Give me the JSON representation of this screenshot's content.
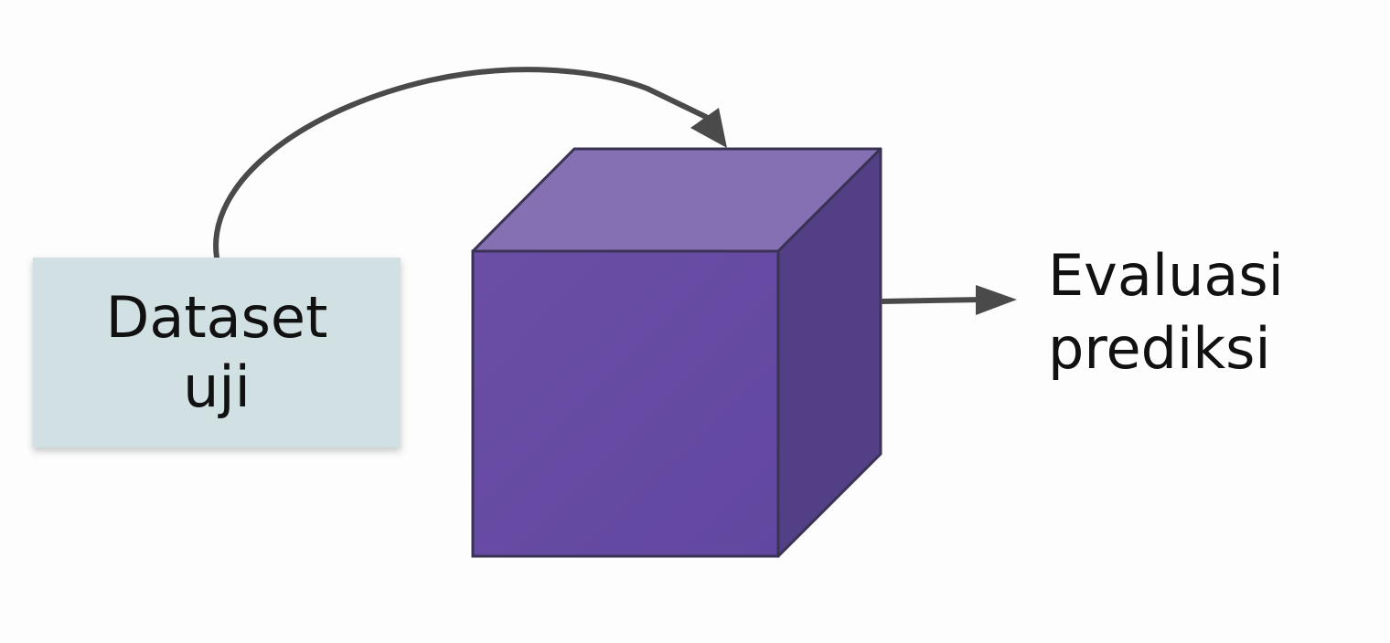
{
  "input": {
    "line1": "Dataset",
    "line2": "uji"
  },
  "output": {
    "line1": "Evaluasi",
    "line2": "prediksi"
  },
  "colors": {
    "input_box": "#d1e0e3",
    "cube_front": "#6549a3",
    "cube_top": "#8470b2",
    "cube_side": "#523f85",
    "edge": "#3b3355",
    "arrow": "#4a4a4a"
  }
}
